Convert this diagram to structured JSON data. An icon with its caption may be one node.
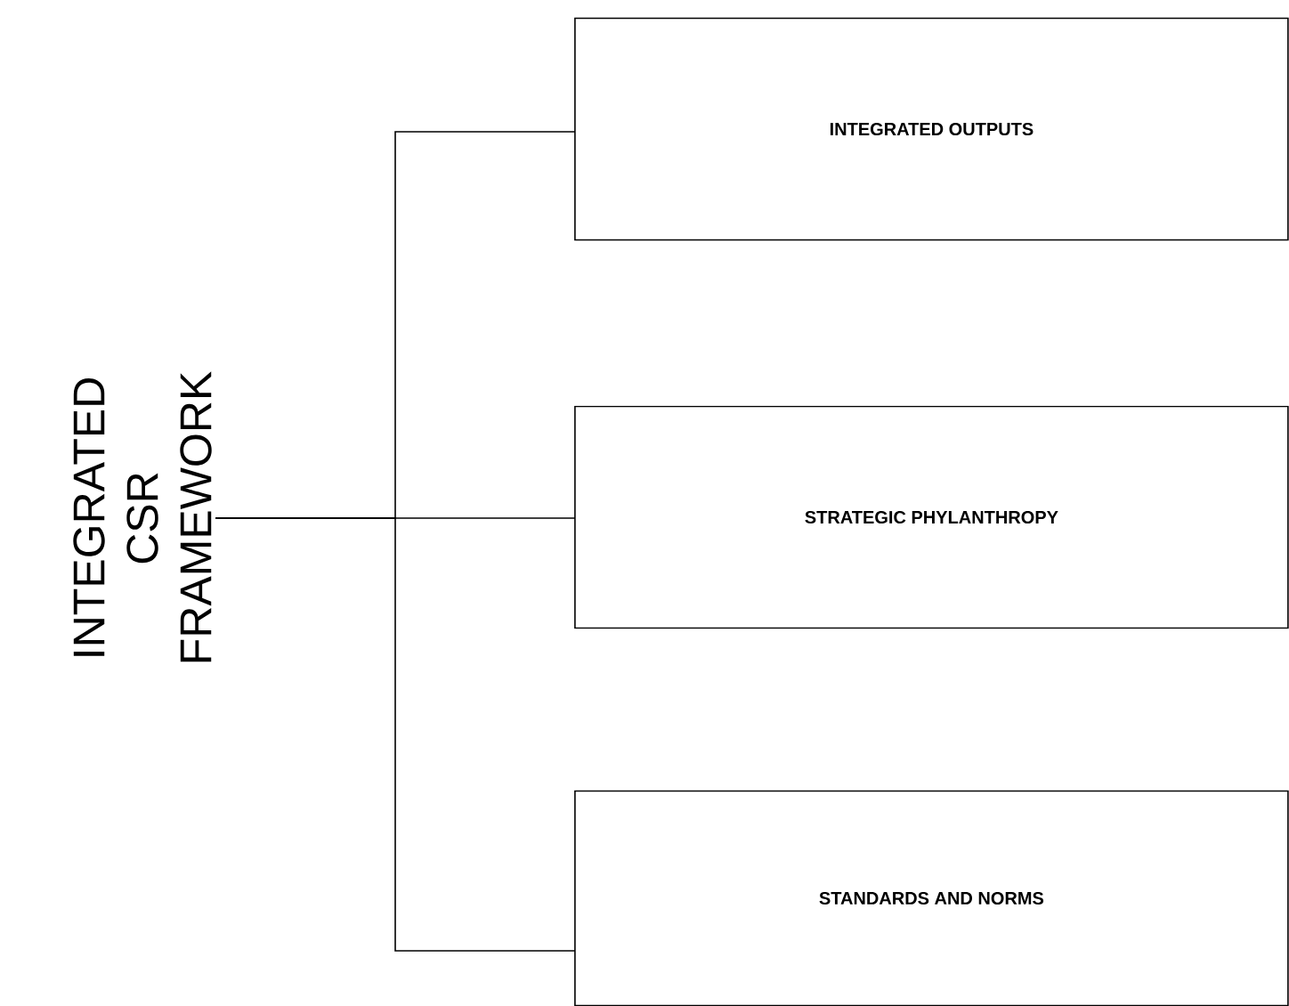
{
  "diagram": {
    "nodes": [
      {
        "text": [
          "INTEGRATED CSR FRAMEWORK"
        ]
      },
      {
        "text": [
          "INTEGRATED OUTPUTS"
        ]
      },
      {
        "text": [
          "STRATEGIC PHYLANTHROPY"
        ]
      },
      {
        "text": [
          "STANDARDS AND NORMS"
        ]
      }
    ],
    "edges": [
      {
        "from": 0,
        "to": 1,
        "arrow": "none"
      },
      {
        "from": 0,
        "to": 2,
        "arrow": "none"
      },
      {
        "from": 0,
        "to": 3,
        "arrow": "none"
      }
    ]
  }
}
